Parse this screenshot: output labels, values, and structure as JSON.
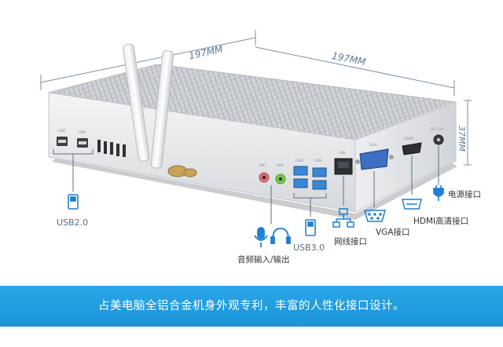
{
  "dimensions": {
    "width_label_left": "197MM",
    "width_label_right": "197MM",
    "height_label": "37MM"
  },
  "port_labels": {
    "usb2": "USB2.0",
    "audio": "音频输入/输出",
    "usb3": "USB3.0",
    "lan": "网线接口",
    "vga": "VGA接口",
    "hdmi": "HDMI高清接口",
    "power": "电源接口"
  },
  "panel_print": {
    "usb_a": "USB",
    "usb_b": "USB",
    "mic": "MIC",
    "spk": "SPK",
    "usb3_a": "USB",
    "usb3_b": "USB",
    "lan": "LAN",
    "vga": "VGA",
    "hdmi": "HDMI",
    "dc": "DC 12V"
  },
  "banner": {
    "text": "占美电脑全铝合金机身外观专利，丰富的人性化接口设计。",
    "color": "#1f9ee0"
  },
  "colors": {
    "dimension_line": "#7a8fa8",
    "icon_blue": "#1f7fd0",
    "port_blue": "#3b86d6",
    "body_silver": "#e4e7ea"
  }
}
